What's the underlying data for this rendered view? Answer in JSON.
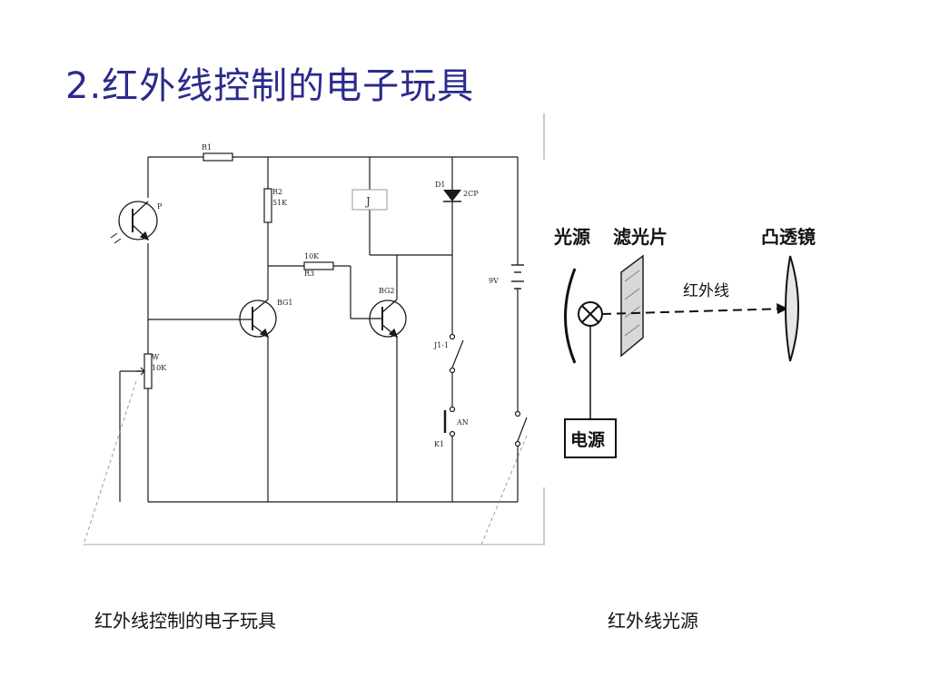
{
  "title": "2.红外线控制的电子玩具",
  "captions": {
    "left": "红外线控制的电子玩具",
    "right": "红外线光源"
  },
  "circuit_labels": {
    "r1": "R1",
    "r2": "R2",
    "r2_value": "51K",
    "r3": "R3",
    "r3_value": "10K",
    "relay": "J",
    "d1": "D1",
    "d1_type": "2CP",
    "phototransistor": "P",
    "bg1": "BG1",
    "bg2": "BG2",
    "battery": "9V",
    "w": "W",
    "w_value": "10K",
    "j1": "J1-1",
    "an": "AN",
    "k1": "K1"
  },
  "light_source_labels": {
    "light_source": "光源",
    "filter": "滤光片",
    "lens": "凸透镜",
    "infrared": "红外线",
    "power": "电源"
  }
}
